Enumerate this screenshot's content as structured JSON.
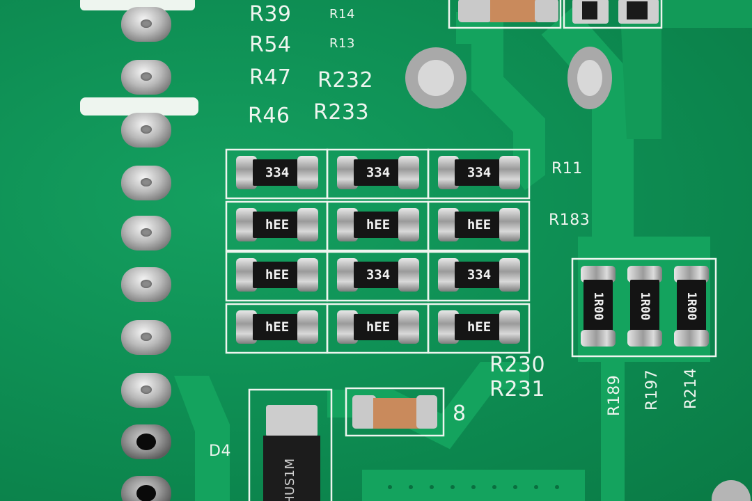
{
  "image": {
    "subject": "green printed circuit board",
    "colors": {
      "board": "#0e8f54",
      "trace": "#14a35e",
      "silkscreen": "#eef5ef",
      "resistor_body": "#151515",
      "solder": "#b8b8b8",
      "capacitor": "#c98a5c"
    }
  },
  "labels": {
    "r39": "R39",
    "r14": "R14",
    "r54": "R54",
    "r13": "R13",
    "r47": "R47",
    "r232": "R232",
    "r46": "R46",
    "r233": "R233",
    "r11": "R11",
    "r183": "R183",
    "r230": "R230",
    "r231": "R231",
    "r189": "R189",
    "r197": "R197",
    "r214": "R214",
    "d4": "D4",
    "eight": "8"
  },
  "resistor_codes": [
    [
      "334",
      "334",
      "334"
    ],
    [
      "hEE",
      "hEE",
      "hEE"
    ],
    [
      "hEE",
      "334",
      "334"
    ],
    [
      "hEE",
      "hEE",
      "hEE"
    ]
  ],
  "vertical_resistor_codes": [
    "1R00",
    "1R00",
    "1R00"
  ],
  "diode_text": "HUS1M"
}
